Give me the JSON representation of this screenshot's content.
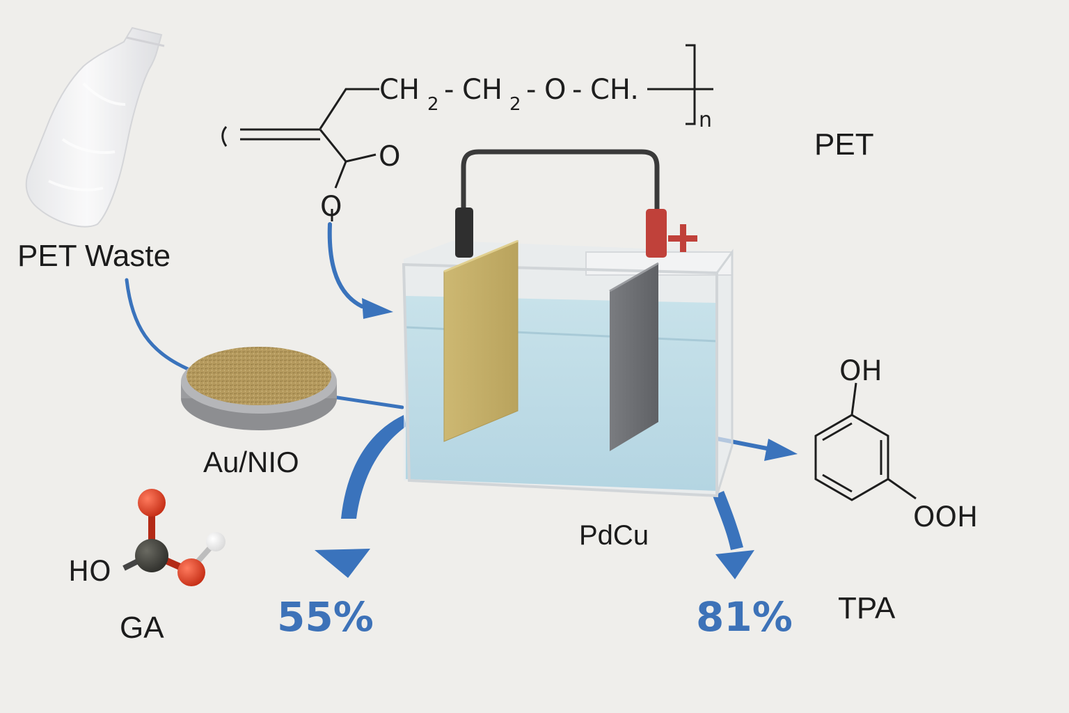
{
  "labels": {
    "pet_waste": "PET Waste",
    "pet": "PET",
    "catalyst_anode": "Au/NIO",
    "catalyst_cathode": "PdCu",
    "ga": "GA",
    "tpa": "TPA",
    "yield_ga": "55%",
    "yield_tpa": "81%"
  },
  "structure_pet": {
    "chain_ch2_a": "CH",
    "chain_sub_a": "2",
    "chain_dash_a": "-",
    "chain_ch2_b": "CH",
    "chain_sub_b": "2",
    "chain_dash_b": "-",
    "chain_o": "O",
    "chain_dash_c": "-",
    "chain_ch": "CH.",
    "carbonyl_o": "O",
    "ester_o": "O",
    "repeat_n": "n"
  },
  "structure_tpa": {
    "oh_top": "OH",
    "ooh_bottom": "OOH"
  },
  "structure_ga": {
    "ho": "HO"
  },
  "colors": {
    "background": "#efeeeb",
    "arrow_blue": "#3a73bc",
    "percent_blue": "#3d72b8",
    "electrolyte": "#bcdbe6",
    "anode_plate": "#c9b36a",
    "cathode_plate": "#6e7073",
    "positive_terminal": "#c0413a",
    "negative_terminal": "#2f2f2f",
    "oxygen_atom": "#d2391f",
    "carbon_atom": "#3a3a35",
    "hydrogen_atom": "#ffffff"
  },
  "icons": {
    "bottle": "plastic-bottle-icon",
    "disk": "catalyst-disk-icon",
    "cell": "electrolysis-cell-icon",
    "plus": "plus-icon",
    "molecule": "ball-and-stick-molecule-icon"
  }
}
